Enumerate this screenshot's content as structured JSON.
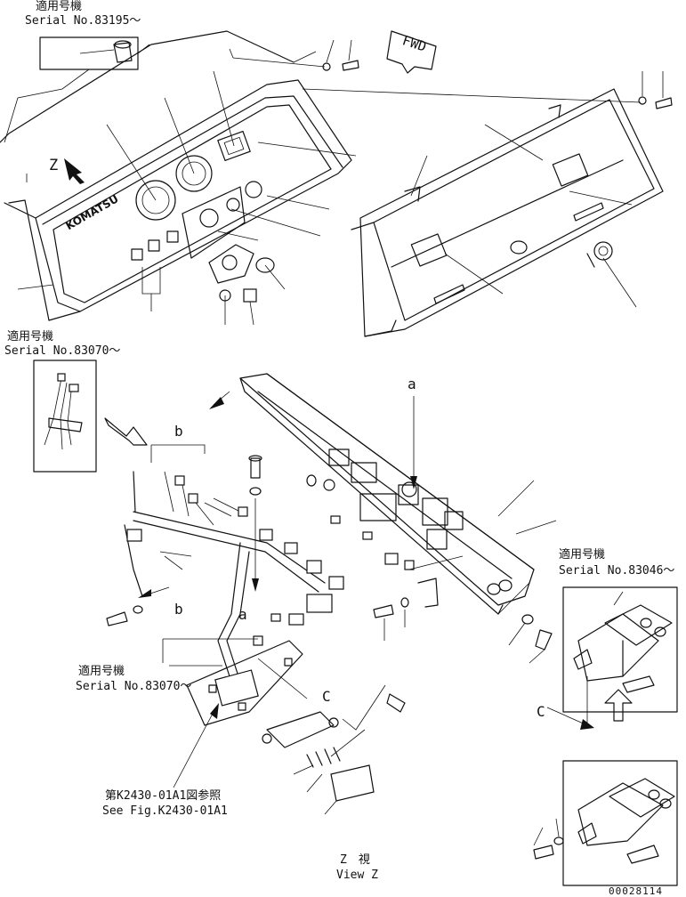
{
  "serial_notes": {
    "top_left": {
      "applicable": "適用号機",
      "serial": "Serial No.83195～"
    },
    "mid_left": {
      "applicable": "適用号機",
      "serial": "Serial No.83070～"
    },
    "lower_mid": {
      "applicable": "適用号機",
      "serial": "Serial No.83070～"
    },
    "right": {
      "applicable": "適用号機",
      "serial": "Serial No.83046～"
    }
  },
  "fwd_label": "FWD",
  "brand_label": "KOMATSU",
  "view_letter": "Z",
  "callouts": {
    "a_upper": "a",
    "a_lower": "a",
    "b_upper": "b",
    "b_lower": "b",
    "c_left": "C",
    "c_right": "C"
  },
  "reference": {
    "jp": "第K2430-01A1図参照",
    "en": "See Fig.K2430-01A1"
  },
  "view_caption": {
    "jp": "Z　視",
    "en": "View Z"
  },
  "drawing_number": "00028114"
}
